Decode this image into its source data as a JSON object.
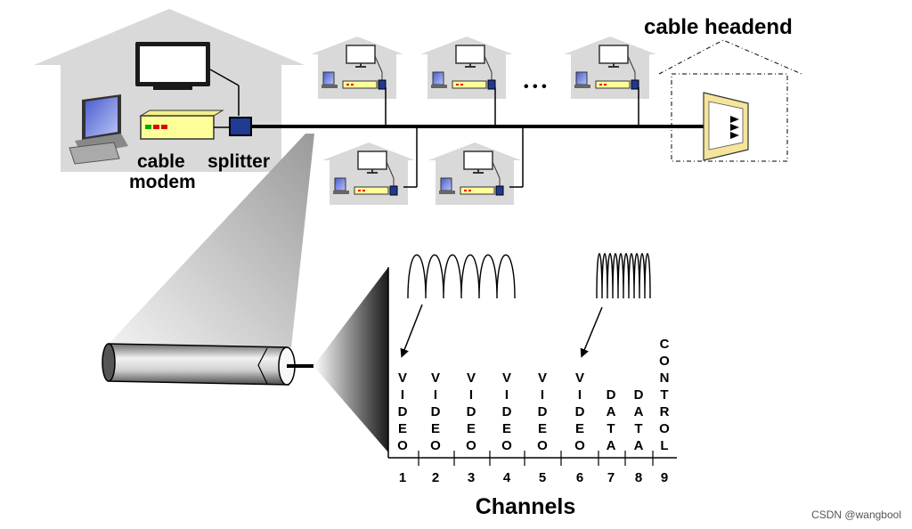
{
  "labels": {
    "headend": "cable headend",
    "cable_modem_line1": "cable",
    "cable_modem_line2": "modem",
    "splitter": "splitter",
    "ellipsis": "• • •",
    "axis_title": "Channels"
  },
  "channels": [
    {
      "number": "1",
      "type": "VIDEO"
    },
    {
      "number": "2",
      "type": "VIDEO"
    },
    {
      "number": "3",
      "type": "VIDEO"
    },
    {
      "number": "4",
      "type": "VIDEO"
    },
    {
      "number": "5",
      "type": "VIDEO"
    },
    {
      "number": "6",
      "type": "VIDEO"
    },
    {
      "number": "7",
      "type": "DATA"
    },
    {
      "number": "8",
      "type": "DATA"
    },
    {
      "number": "9",
      "type": "CONTROL"
    }
  ],
  "watermark": "CSDN @wangbool",
  "colors": {
    "house_fill": "#d9d9d9",
    "modem_fill": "#ffff99",
    "splitter_fill": "#1f3a93",
    "headend_fill": "#f5e59a"
  }
}
